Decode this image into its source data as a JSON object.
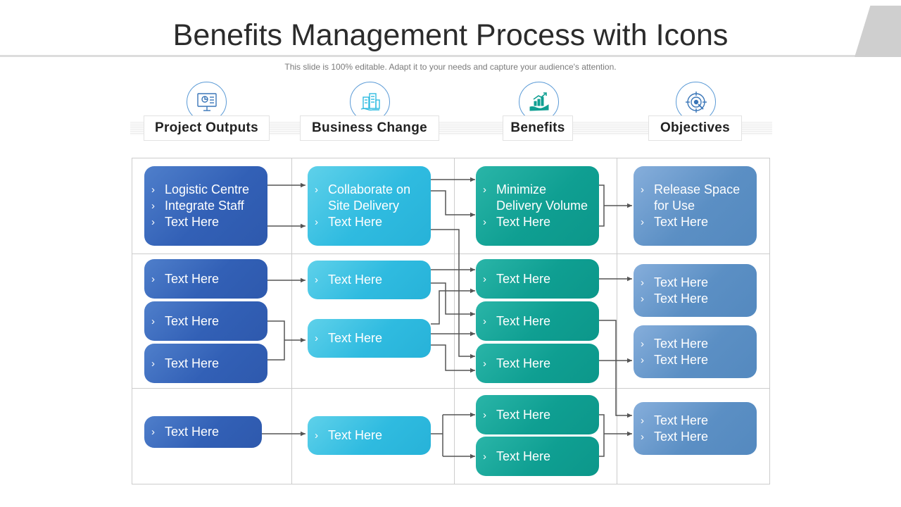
{
  "slide": {
    "title": "Benefits Management Process with Icons",
    "subtitle": "This slide is 100% editable. Adapt it to your needs and capture your audience's attention."
  },
  "columns": [
    {
      "label": "Project Outputs",
      "icon": "presentation-board-icon"
    },
    {
      "label": "Business Change",
      "icon": "city-building-icon"
    },
    {
      "label": "Benefits",
      "icon": "growth-hand-icon"
    },
    {
      "label": "Objectives",
      "icon": "target-icon"
    }
  ],
  "colors": {
    "outputs": "#3260b6",
    "change": "#2fbbe0",
    "benefits": "#0f9f92",
    "objectives": "#5b8fc4",
    "icon_stroke": "#5a9ad6",
    "connector": "#555555",
    "grid": "#cccccc"
  },
  "nodes": {
    "po1": [
      "Logistic Centre",
      "Integrate Staff",
      "Text Here"
    ],
    "po2": [
      "Text Here"
    ],
    "po3": [
      "Text Here"
    ],
    "po4": [
      "Text Here"
    ],
    "po5": [
      "Text Here"
    ],
    "bc1": [
      "Collaborate on Site Delivery",
      "Text Here"
    ],
    "bc2": [
      "Text Here"
    ],
    "bc3": [
      "Text Here"
    ],
    "bc4": [
      "Text Here"
    ],
    "be1": [
      "Minimize Delivery Volume",
      "Text Here"
    ],
    "be2": [
      "Text Here"
    ],
    "be3": [
      "Text Here"
    ],
    "be4": [
      "Text Here"
    ],
    "be5": [
      "Text Here"
    ],
    "be6": [
      "Text Here"
    ],
    "ob1": [
      "Release Space for Use",
      "Text Here"
    ],
    "ob2": [
      "Text Here",
      "Text Here"
    ],
    "ob3": [
      "Text Here",
      "Text Here"
    ],
    "ob4": [
      "Text Here",
      "Text Here"
    ]
  }
}
